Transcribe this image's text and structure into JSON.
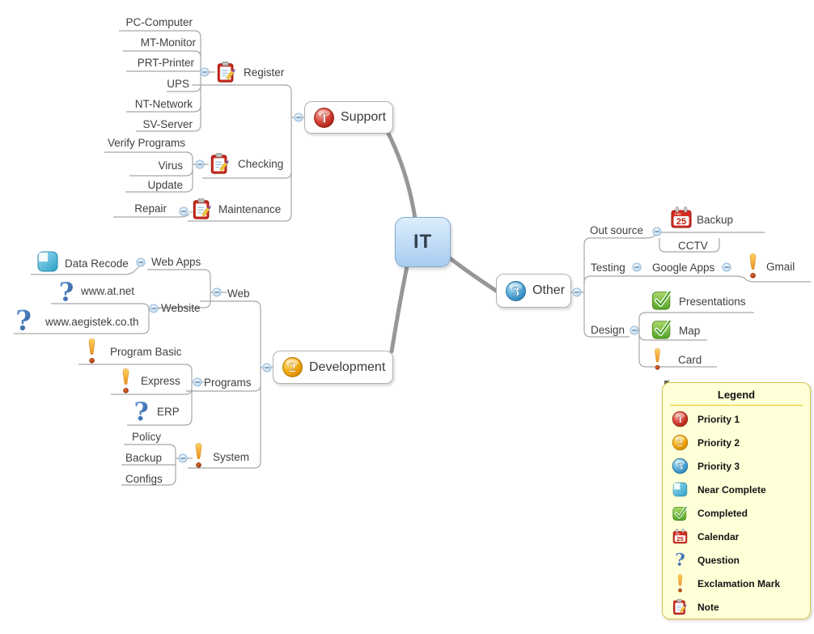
{
  "topics": {
    "it": "IT",
    "support": "Support",
    "register": "Register",
    "pc_computer": "PC-Computer",
    "mt_monitor": "MT-Monitor",
    "prt_printer": "PRT-Printer",
    "ups": "UPS",
    "nt_network": "NT-Network",
    "sv_server": "SV-Server",
    "checking": "Checking",
    "verify_programs": "Verify Programs",
    "virus": "Virus",
    "update": "Update",
    "maintenance": "Maintenance",
    "repair": "Repair",
    "development": "Development",
    "web": "Web",
    "web_apps": "Web Apps",
    "data_recode": "Data Recode",
    "website": "Website",
    "www_at_net": "www.at.net",
    "www_aegistek": "www.aegistek.co.th",
    "programs": "Programs",
    "program_basic": "Program Basic",
    "express": "Express",
    "erp": "ERP",
    "system": "System",
    "policy": "Policy",
    "backup_system": "Backup",
    "configs": "Configs",
    "other": "Other",
    "out_source": "Out source",
    "backup_calendar": "Backup",
    "cctv": "CCTV",
    "testing": "Testing",
    "google_apps": "Google Apps",
    "gmail": "Gmail",
    "design": "Design",
    "presentations": "Presentations",
    "map": "Map",
    "card": "Card"
  },
  "legend": {
    "title": "Legend",
    "items": [
      {
        "icon": "priority-1-icon",
        "label": "Priority 1"
      },
      {
        "icon": "priority-2-icon",
        "label": "Priority 2"
      },
      {
        "icon": "priority-3-icon",
        "label": "Priority 3"
      },
      {
        "icon": "near-complete-icon",
        "label": "Near Complete"
      },
      {
        "icon": "completed-icon",
        "label": "Completed"
      },
      {
        "icon": "calendar-icon",
        "label": "Calendar"
      },
      {
        "icon": "question-icon",
        "label": "Question"
      },
      {
        "icon": "exclamation-icon",
        "label": "Exclamation Mark"
      },
      {
        "icon": "note-icon",
        "label": "Note"
      }
    ]
  },
  "colors": {
    "root_fill_top": "#dcedfd",
    "root_fill_bottom": "#a8ccf0",
    "branch_line": "#989898",
    "wire_line": "#a6a6a6",
    "legend_bg": "#ffffd8",
    "legend_border": "#d9c247",
    "priority1": "#c9281c",
    "priority2": "#f2a40c",
    "priority3": "#4aa3d8"
  }
}
